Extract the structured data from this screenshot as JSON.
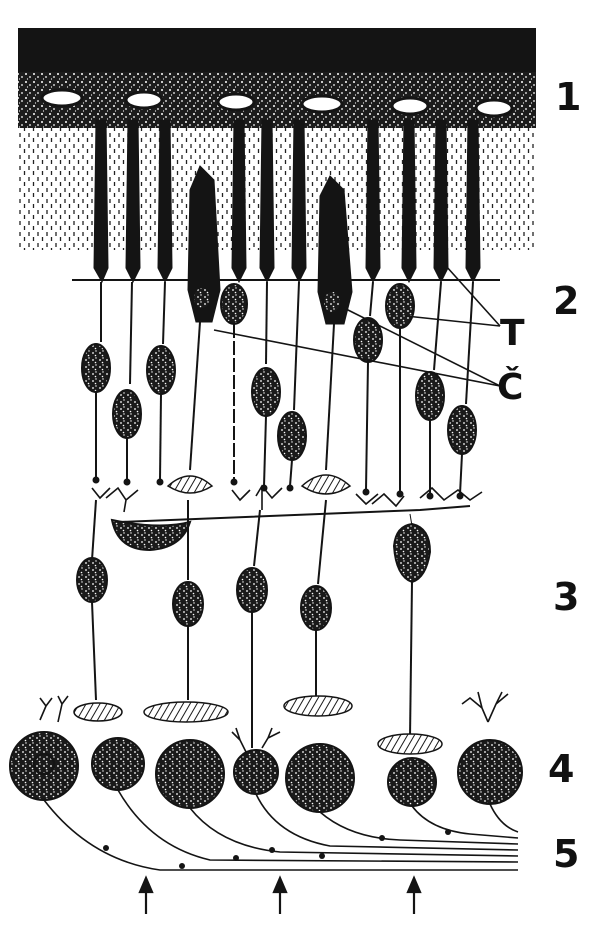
{
  "labels": {
    "layer_1": "1",
    "layer_2": "2",
    "rods": "T",
    "cones": "Č",
    "layer_3": "3",
    "layer_4": "4",
    "layer_5": "5"
  },
  "icons": {
    "light_arrow": "arrow-up-icon"
  },
  "colors": {
    "ink": "#141414",
    "paper": "#ffffff"
  }
}
